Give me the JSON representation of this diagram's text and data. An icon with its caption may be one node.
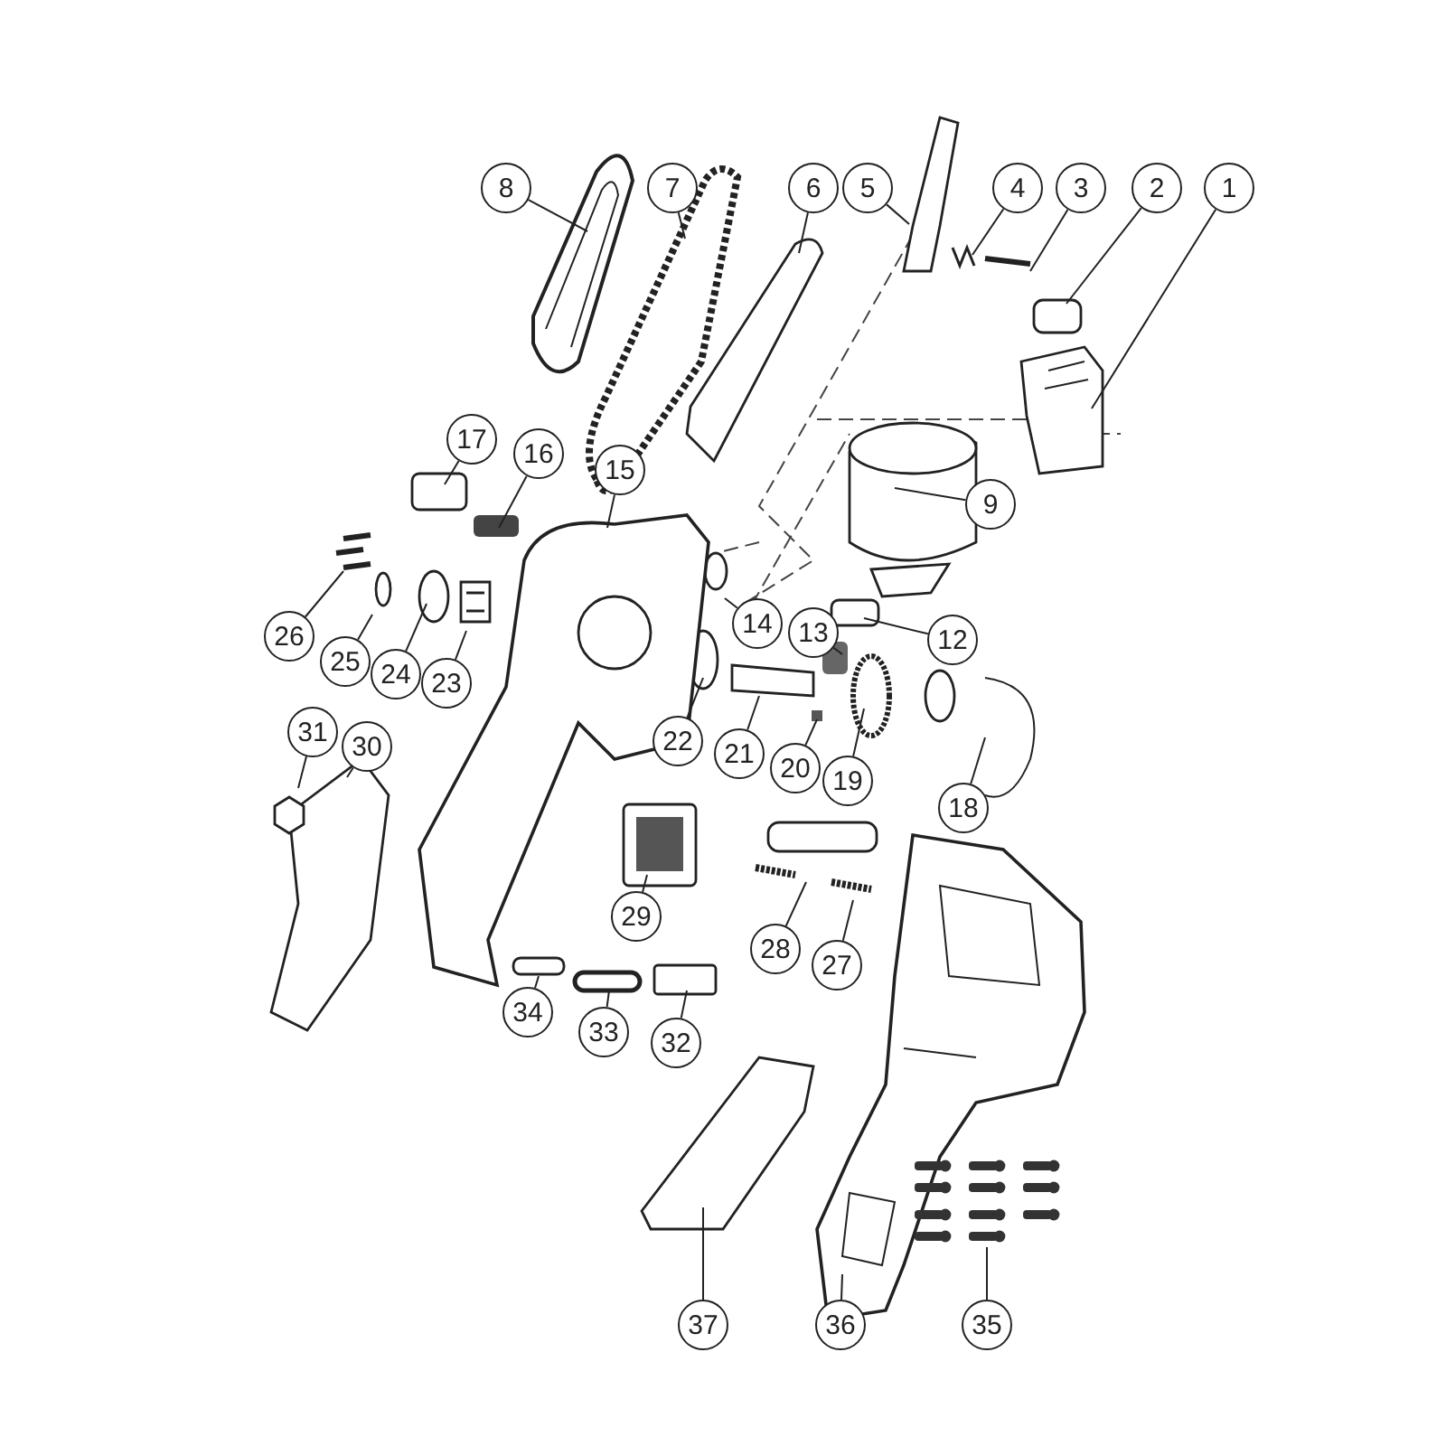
{
  "diagram": {
    "nodes": [
      {
        "text": [
          "1"
        ]
      },
      {
        "text": [
          "2"
        ]
      },
      {
        "text": [
          "3"
        ]
      },
      {
        "text": [
          "4"
        ]
      },
      {
        "text": [
          "5"
        ]
      },
      {
        "text": [
          "6"
        ]
      },
      {
        "text": [
          "7"
        ]
      },
      {
        "text": [
          "8"
        ]
      },
      {
        "text": [
          "9"
        ]
      },
      {
        "text": [
          "12"
        ]
      },
      {
        "text": [
          "13"
        ]
      },
      {
        "text": [
          "14"
        ]
      },
      {
        "text": [
          "15"
        ]
      },
      {
        "text": [
          "16"
        ]
      },
      {
        "text": [
          "17"
        ]
      },
      {
        "text": [
          "18"
        ]
      },
      {
        "text": [
          "19"
        ]
      },
      {
        "text": [
          "20"
        ]
      },
      {
        "text": [
          "21"
        ]
      },
      {
        "text": [
          "22"
        ]
      },
      {
        "text": [
          "23"
        ]
      },
      {
        "text": [
          "24"
        ]
      },
      {
        "text": [
          "25"
        ]
      },
      {
        "text": [
          "26"
        ]
      },
      {
        "text": [
          "27"
        ]
      },
      {
        "text": [
          "28"
        ]
      },
      {
        "text": [
          "29"
        ]
      },
      {
        "text": [
          "30"
        ]
      },
      {
        "text": [
          "31"
        ]
      },
      {
        "text": [
          "32"
        ]
      },
      {
        "text": [
          "33"
        ]
      },
      {
        "text": [
          "34"
        ]
      },
      {
        "text": [
          "35"
        ]
      },
      {
        "text": [
          "36"
        ]
      },
      {
        "text": [
          "37"
        ]
      }
    ],
    "edges": [
      {
        "from": 0,
        "to": null,
        "arrow": "none"
      },
      {
        "from": 1,
        "to": null,
        "arrow": "none"
      },
      {
        "from": 2,
        "to": null,
        "arrow": "none"
      },
      {
        "from": 3,
        "to": null,
        "arrow": "none"
      },
      {
        "from": 4,
        "to": null,
        "arrow": "none"
      },
      {
        "from": 5,
        "to": null,
        "arrow": "none"
      },
      {
        "from": 6,
        "to": null,
        "arrow": "none"
      },
      {
        "from": 7,
        "to": null,
        "arrow": "none"
      },
      {
        "from": 8,
        "to": null,
        "arrow": "none"
      },
      {
        "from": 9,
        "to": null,
        "arrow": "none"
      },
      {
        "from": 10,
        "to": null,
        "arrow": "none"
      },
      {
        "from": 11,
        "to": null,
        "arrow": "none"
      },
      {
        "from": 12,
        "to": null,
        "arrow": "none"
      },
      {
        "from": 13,
        "to": null,
        "arrow": "none"
      },
      {
        "from": 14,
        "to": null,
        "arrow": "none"
      },
      {
        "from": 15,
        "to": null,
        "arrow": "none"
      },
      {
        "from": 16,
        "to": null,
        "arrow": "none"
      },
      {
        "from": 17,
        "to": null,
        "arrow": "none"
      },
      {
        "from": 18,
        "to": null,
        "arrow": "none"
      },
      {
        "from": 19,
        "to": null,
        "arrow": "none"
      },
      {
        "from": 20,
        "to": null,
        "arrow": "none"
      },
      {
        "from": 21,
        "to": null,
        "arrow": "none"
      },
      {
        "from": 22,
        "to": null,
        "arrow": "none"
      },
      {
        "from": 23,
        "to": null,
        "arrow": "none"
      },
      {
        "from": 24,
        "to": null,
        "arrow": "none"
      },
      {
        "from": 25,
        "to": null,
        "arrow": "none"
      },
      {
        "from": 26,
        "to": null,
        "arrow": "none"
      },
      {
        "from": 27,
        "to": null,
        "arrow": "none"
      },
      {
        "from": 28,
        "to": null,
        "arrow": "none"
      },
      {
        "from": 29,
        "to": null,
        "arrow": "none"
      },
      {
        "from": 30,
        "to": null,
        "arrow": "none"
      },
      {
        "from": 31,
        "to": null,
        "arrow": "none"
      },
      {
        "from": 32,
        "to": null,
        "arrow": "none"
      },
      {
        "from": 33,
        "to": null,
        "arrow": "none"
      },
      {
        "from": 34,
        "to": null,
        "arrow": "none"
      }
    ]
  }
}
